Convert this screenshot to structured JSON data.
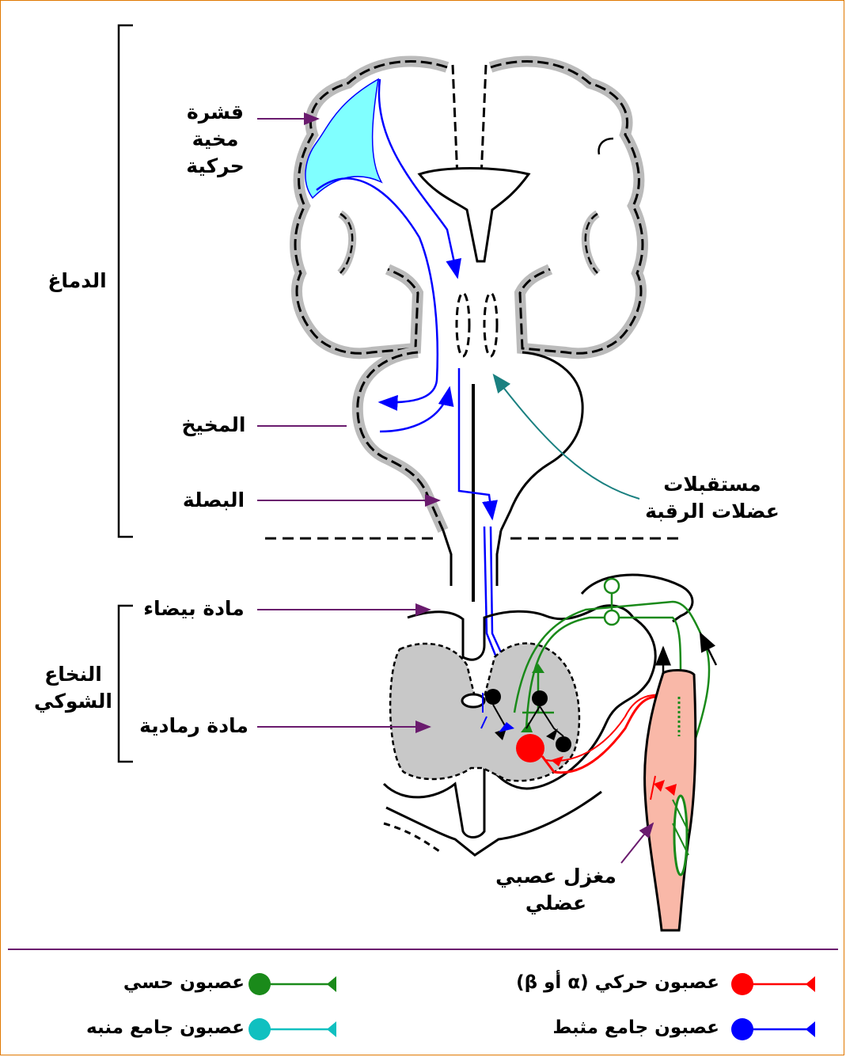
{
  "labels": {
    "motor_cortex": [
      "قشرة",
      "مخية",
      "حركية"
    ],
    "brain": "الدماغ",
    "cerebellum": "المخيخ",
    "medulla": "البصلة",
    "neck_receptors": [
      "مستقبلات",
      "عضلات الرقبة"
    ],
    "white_matter": "مادة بيضاء",
    "spinal_cord": [
      "النخاع",
      "الشوكي"
    ],
    "gray_matter": "مادة رمادية",
    "muscle_spindle": [
      "مغزل عصبي",
      "عضلي"
    ]
  },
  "legend": {
    "motor_neuron": "عصبون حركي (α أو β)",
    "sensory_neuron": "عصبون حسي",
    "inhibitory_interneuron": "عصبون جامع مثبط",
    "excitatory_interneuron": "عصبون جامع منبه"
  },
  "colors": {
    "motor": "#ff0000",
    "sensory": "#1a8a1a",
    "inhibitory": "#0000ff",
    "excitatory": "#10c0c0",
    "pointer": "#6a1b6e",
    "neck_pointer": "#1a8080",
    "frame": "#e07800",
    "cortex_fill": "#80ffff",
    "muscle_fill": "#f9b8a8",
    "gray_fill": "#c8c8c8"
  }
}
